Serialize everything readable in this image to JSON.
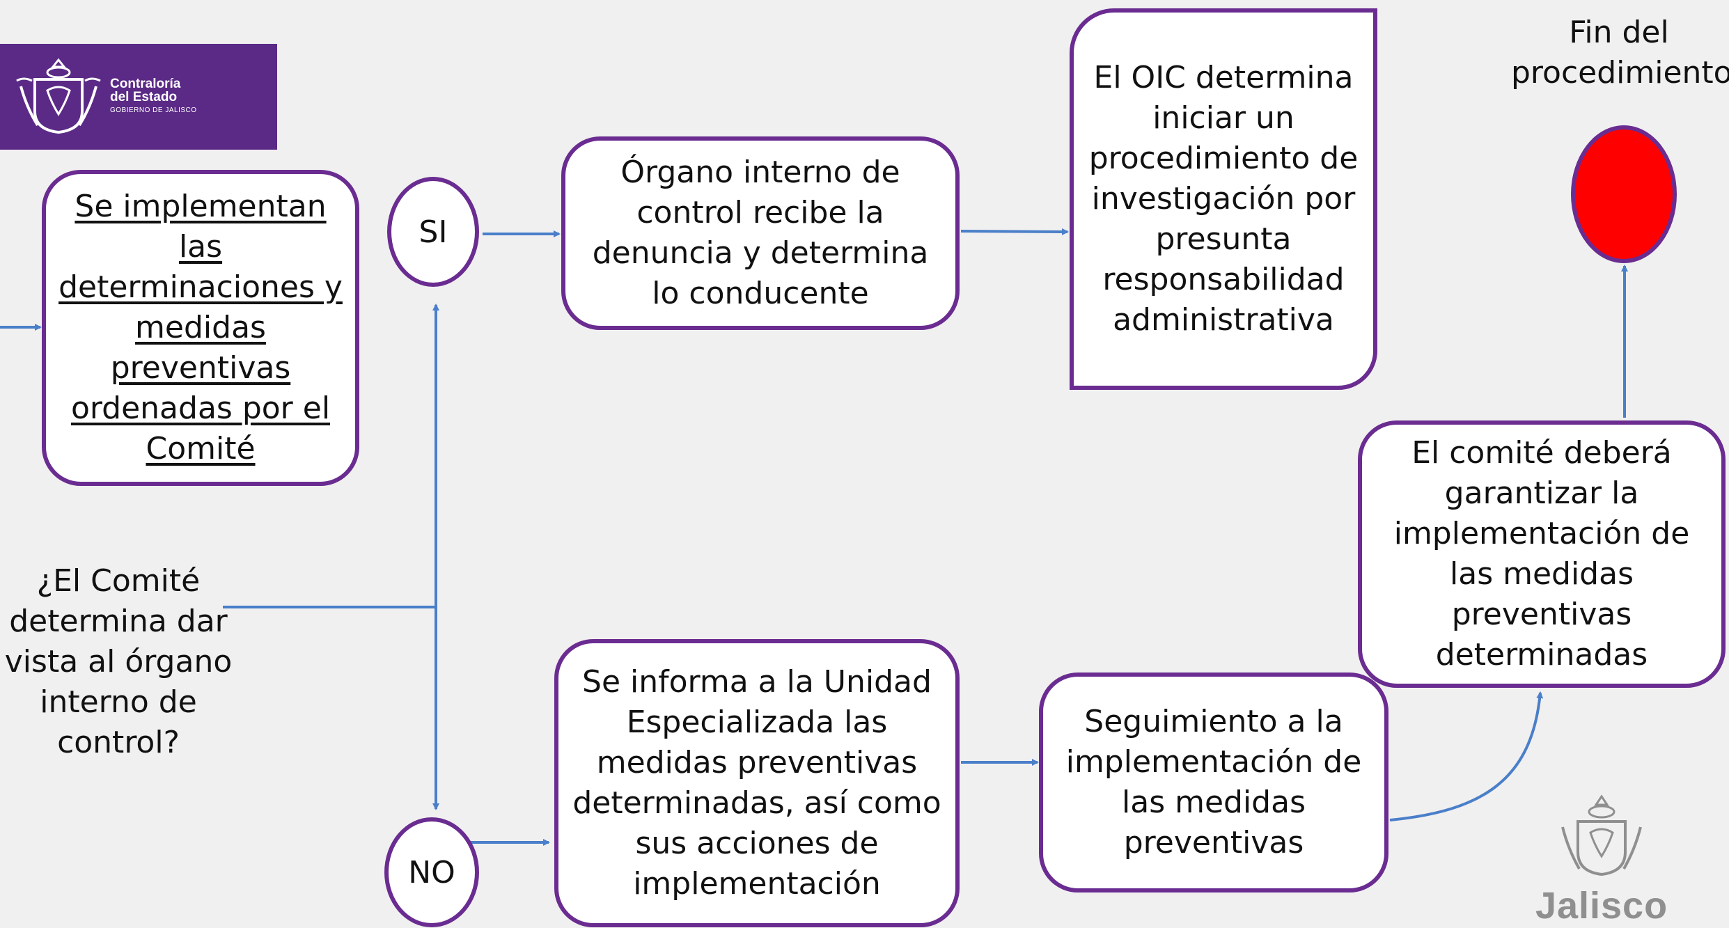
{
  "logos": {
    "contraloria": {
      "line1": "Contraloría",
      "line2": "del Estado",
      "line3": "GOBIERNO DE JALISCO"
    },
    "jalisco": {
      "word": "Jalisco"
    }
  },
  "nodes": {
    "implement": "Se implementan las determinaciones y medidas preventivas ordenadas por el Comité",
    "si": "SI",
    "no": "NO",
    "question": "¿El Comité determina dar vista al órgano interno de control?",
    "oic_receives": "Órgano interno de control recibe la denuncia y determina lo conducente",
    "oic_investigation": "El OIC determina iniciar un procedimiento de investigación por presunta responsabilidad administrativa",
    "end_label": "Fin del procedimiento",
    "inform_unit": "Se informa a la Unidad Especializada las medidas preventivas determinadas, así como sus acciones de implementación",
    "follow_up": "Seguimiento a la implementación de las medidas preventivas",
    "committee_guarantee": "El comité deberá garantizar la implementación de las medidas preventivas determinadas"
  },
  "colors": {
    "border": "#6a2c91",
    "arrow": "#4a7fc9",
    "end_fill": "#ff0000",
    "logo_bg": "#5b2a86",
    "background": "#f1f0f0"
  }
}
